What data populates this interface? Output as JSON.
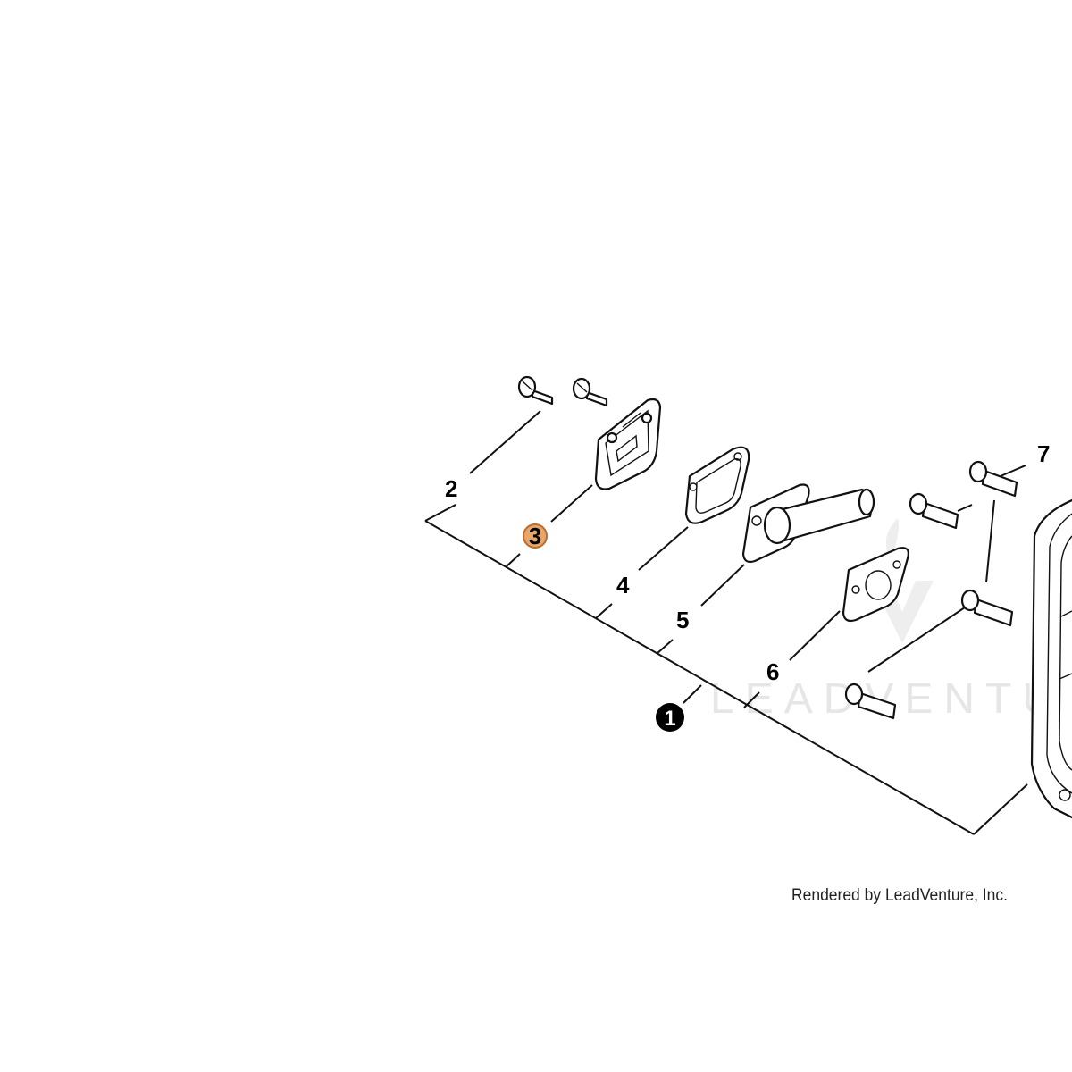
{
  "diagram": {
    "callouts": [
      {
        "id": "1",
        "label": "1",
        "style": "filled-black"
      },
      {
        "id": "2",
        "label": "2",
        "style": "plain"
      },
      {
        "id": "3",
        "label": "3",
        "style": "highlighted"
      },
      {
        "id": "4",
        "label": "4",
        "style": "plain"
      },
      {
        "id": "5",
        "label": "5",
        "style": "plain"
      },
      {
        "id": "6",
        "label": "6",
        "style": "plain"
      },
      {
        "id": "7",
        "label": "7",
        "style": "plain"
      }
    ],
    "highlight_color": "#e8a66a",
    "highlight_stroke": "#b86d2e",
    "assembly_badge_color": "#000000"
  },
  "watermark": {
    "text": "LEADVENTUR",
    "icon": "leadventure-logo-icon",
    "color": "#e6e6e6"
  },
  "credit": {
    "text": "Rendered by LeadVenture, Inc."
  }
}
